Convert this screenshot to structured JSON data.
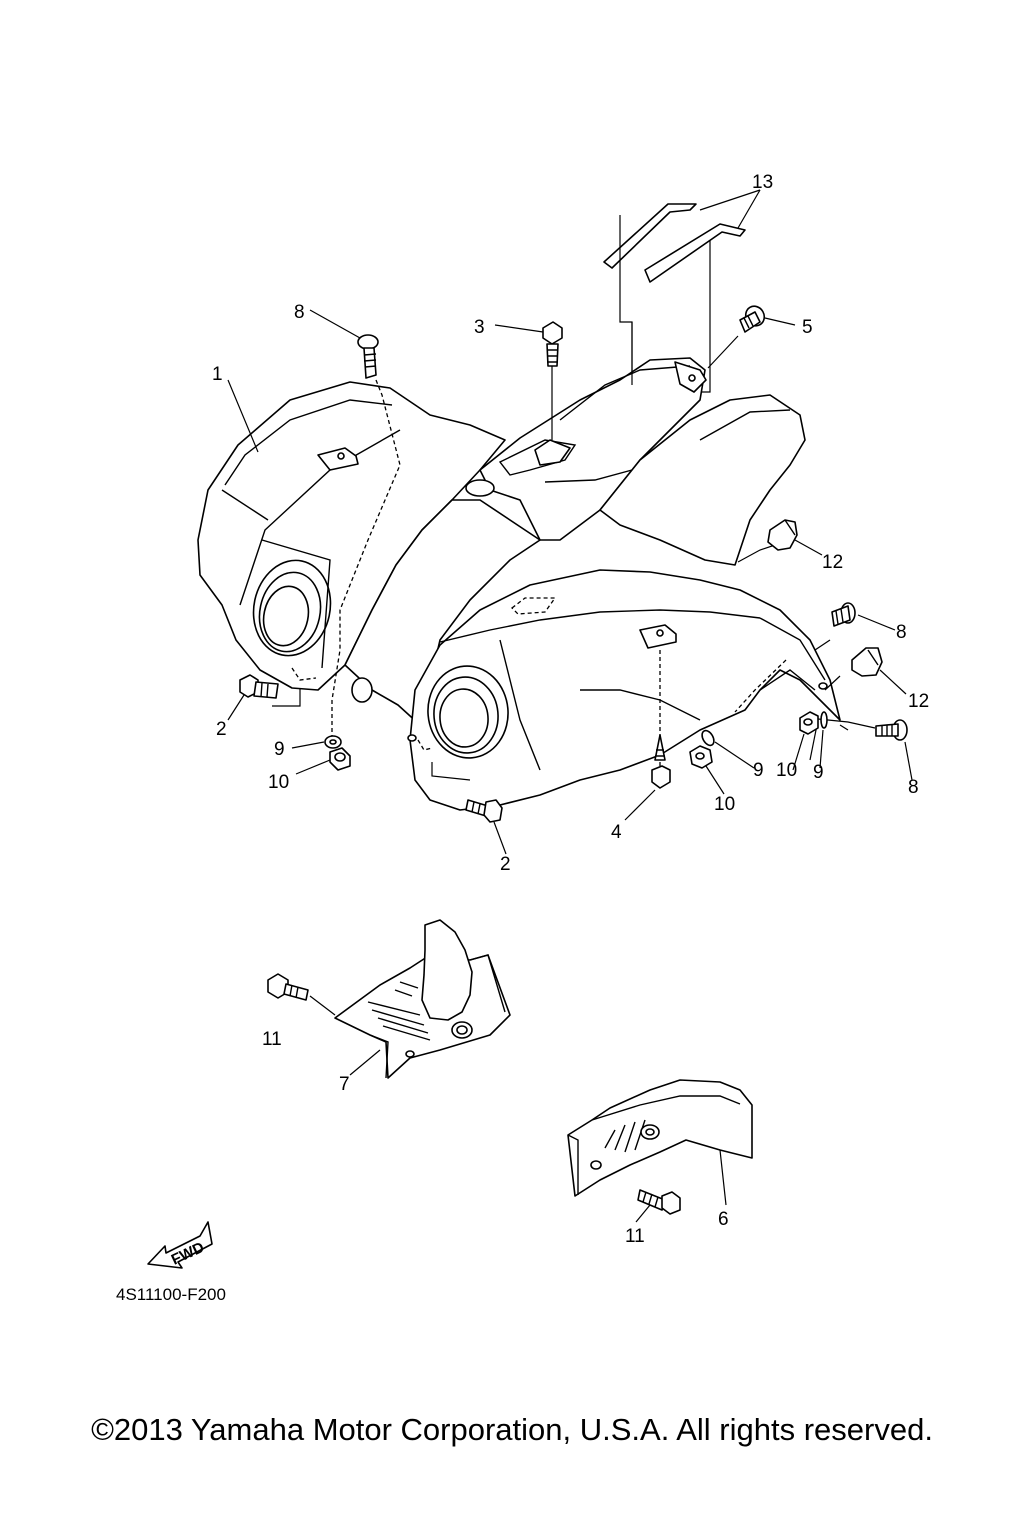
{
  "diagram": {
    "callouts": {
      "c1": "1",
      "c2a": "2",
      "c2b": "2",
      "c3": "3",
      "c4": "4",
      "c5": "5",
      "c6": "6",
      "c7": "7",
      "c8a": "8",
      "c8b": "8",
      "c8c": "8",
      "c9a": "9",
      "c9b": "9",
      "c9c": "9",
      "c10a": "10",
      "c10b": "10",
      "c10c": "10",
      "c11a": "11",
      "c11b": "11",
      "c12a": "12",
      "c12b": "12",
      "c13": "13"
    },
    "fwd_label": "FWD",
    "diagram_code": "4S11100-F200",
    "copyright": "©2013 Yamaha Motor Corporation, U.S.A. All rights reserved."
  }
}
